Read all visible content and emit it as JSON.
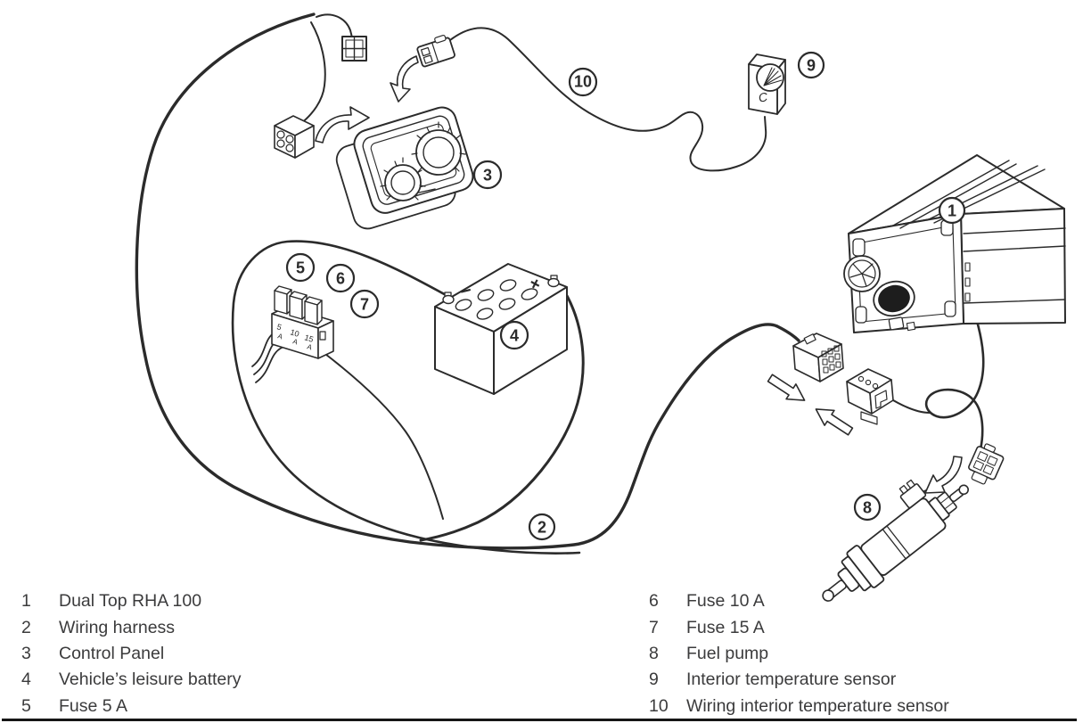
{
  "diagram": {
    "callouts": {
      "c1": "1",
      "c2": "2",
      "c3": "3",
      "c4": "4",
      "c5": "5",
      "c6": "6",
      "c7": "7",
      "c8": "8",
      "c9": "9",
      "c10": "10"
    },
    "fuses": {
      "values": [
        "5",
        "10",
        "15"
      ],
      "unit": "A"
    },
    "battery": {
      "minus": "–",
      "plus": "+"
    },
    "sensor": {
      "mark": "C"
    }
  },
  "legend": {
    "left": [
      {
        "num": "1",
        "label": "Dual Top RHA 100"
      },
      {
        "num": "2",
        "label": "Wiring harness"
      },
      {
        "num": "3",
        "label": "Control Panel"
      },
      {
        "num": "4",
        "label": "Vehicle’s leisure battery"
      },
      {
        "num": "5",
        "label": "Fuse 5 A"
      }
    ],
    "right": [
      {
        "num": "6",
        "label": "Fuse 10 A"
      },
      {
        "num": "7",
        "label": "Fuse 15 A"
      },
      {
        "num": "8",
        "label": "Fuel pump"
      },
      {
        "num": "9",
        "label": "Interior temperature sensor"
      },
      {
        "num": "10",
        "label": "Wiring interior temperature sensor"
      }
    ]
  }
}
